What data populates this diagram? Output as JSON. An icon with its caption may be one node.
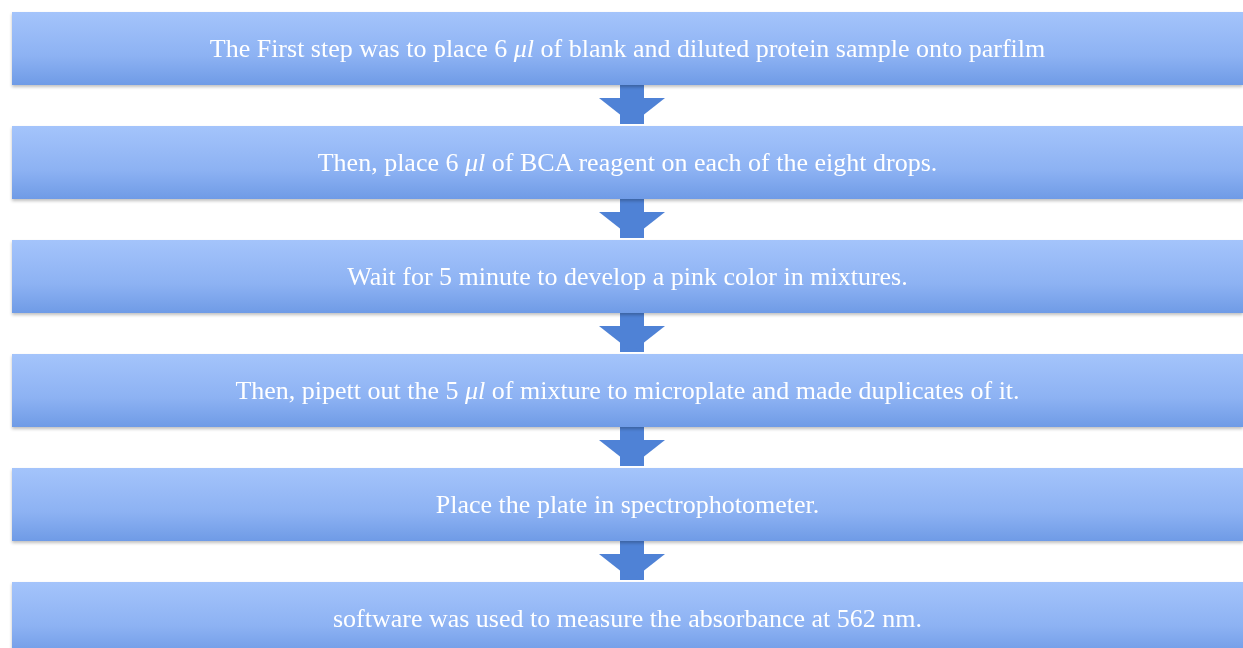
{
  "diagram": {
    "nodes": [
      {
        "text": [
          "The First step was to place 6 *μl* of blank and diluted protein sample onto parfilm"
        ]
      },
      {
        "text": [
          "Then, place 6 *μl* of BCA reagent on each of the eight drops."
        ]
      },
      {
        "text": [
          "Wait for 5 minute to develop a pink color in mixtures."
        ]
      },
      {
        "text": [
          "Then, pipett out the 5 *μl* of mixture to microplate and made duplicates of it."
        ]
      },
      {
        "text": [
          "Place the plate in spectrophotometer."
        ]
      },
      {
        "text": [
          "software was used to measure the absorbance at 562 nm."
        ]
      }
    ],
    "edges": [
      {
        "from": 0,
        "to": 1,
        "arrow": "to"
      },
      {
        "from": 1,
        "to": 2,
        "arrow": "to"
      },
      {
        "from": 2,
        "to": 3,
        "arrow": "to"
      },
      {
        "from": 3,
        "to": 4,
        "arrow": "to"
      },
      {
        "from": 4,
        "to": 5,
        "arrow": "to"
      }
    ]
  }
}
